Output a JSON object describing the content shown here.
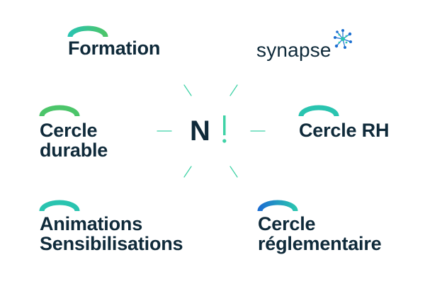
{
  "items": {
    "formation": "Formation",
    "cercle_durable": [
      "Cercle",
      "durable"
    ],
    "cercle_rh": "Cercle RH",
    "animations": [
      "Animations",
      "Sensibilisations"
    ],
    "cercle_reglementaire": [
      "Cercle",
      "réglementaire"
    ]
  },
  "synapse": {
    "word": "synapse"
  },
  "center": {
    "letter": "N"
  },
  "colors": {
    "text": "#0f2a3a",
    "green": "#4cc56a",
    "teal": "#2ac4b0",
    "blue": "#1c6fd1",
    "mint": "#3fd2a6"
  },
  "icons": {
    "arc": "arc-icon",
    "molecule": "molecule-icon",
    "rays": "ray-lines"
  }
}
